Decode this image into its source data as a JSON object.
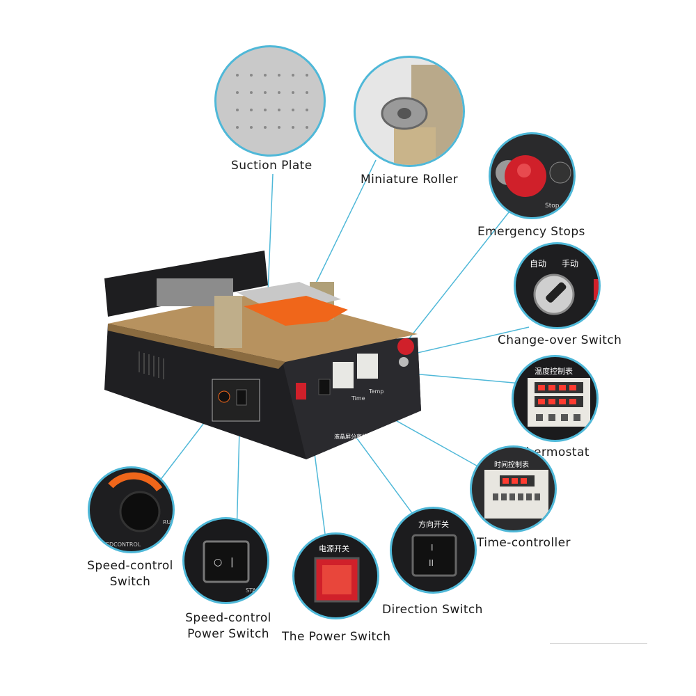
{
  "labels": {
    "suction_plate": "Suction Plate",
    "miniature_roller": "Miniature Roller",
    "emergency_stops": "Emergency Stops",
    "change_over_switch": "Change-over Switch",
    "thermostat": "Thermostat",
    "time_controller": "Time-controller",
    "speed_control_switch_1": "Speed-control",
    "speed_control_switch_2": "Switch",
    "speed_control_power_1": "Speed-control",
    "speed_control_power_2": "Power Switch",
    "power_switch": "The Power Switch",
    "direction_switch": "Direction Switch"
  },
  "device_text": {
    "time": "Time",
    "temp": "Temp",
    "brand_cn": "液晶屏分离机",
    "power_cn": "电源开关",
    "direction_cn": "方向开关",
    "temp_ctrl_cn": "温度控制表",
    "time_ctrl_cn": "时间控制表",
    "auto_cn": "自动",
    "manual_cn": "手动",
    "stop": "Stop",
    "run": "RUN",
    "standby": "STAND-BY",
    "speedcontrol": "SPEEDCONTROL"
  },
  "colors": {
    "callout_line": "#4fb8d8",
    "device_body": "#1f1f22",
    "gold_top": "#b7925f",
    "orange_plate": "#f0661a",
    "red_button": "#d0202a"
  }
}
